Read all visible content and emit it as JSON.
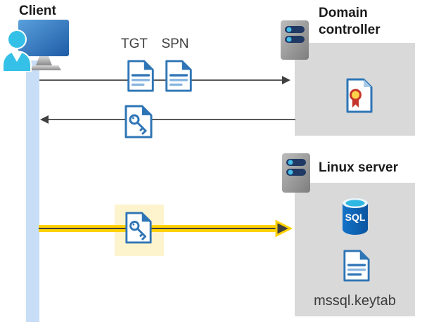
{
  "diagram": {
    "client": {
      "label": "Client"
    },
    "domain_controller": {
      "label": "Domain controller"
    },
    "linux_server": {
      "label": "Linux server"
    },
    "tickets": {
      "tgt_label": "TGT",
      "spn_label": "SPN"
    },
    "sql_icon_label": "SQL",
    "keytab_label": "mssql.keytab"
  },
  "colors": {
    "doc_border_blue": "#2e75b6",
    "doc_line_light_blue": "#8ab7e0",
    "box_gray": "#d9d9d9",
    "lifeline_blue": "#c8def7",
    "highlight_yellow": "#fdf3cd",
    "arrow_gray": "#595959",
    "arrowhead_dark": "#404040",
    "arrow_yellow": "#ffd100",
    "sql_body_blue": "#0e63b4",
    "sql_top_cyan": "#2fb7e3",
    "server_bar_navy": "#1f3864",
    "server_dot_cyan": "#44bde8",
    "certificate_red": "#c5352c",
    "certificate_yellow": "#ffd24a",
    "person_cyan": "#35c1e7",
    "monitor_blue_top": "#5aa0dc",
    "monitor_blue_bottom": "#1e5ca6",
    "text_dark": "#262626"
  }
}
